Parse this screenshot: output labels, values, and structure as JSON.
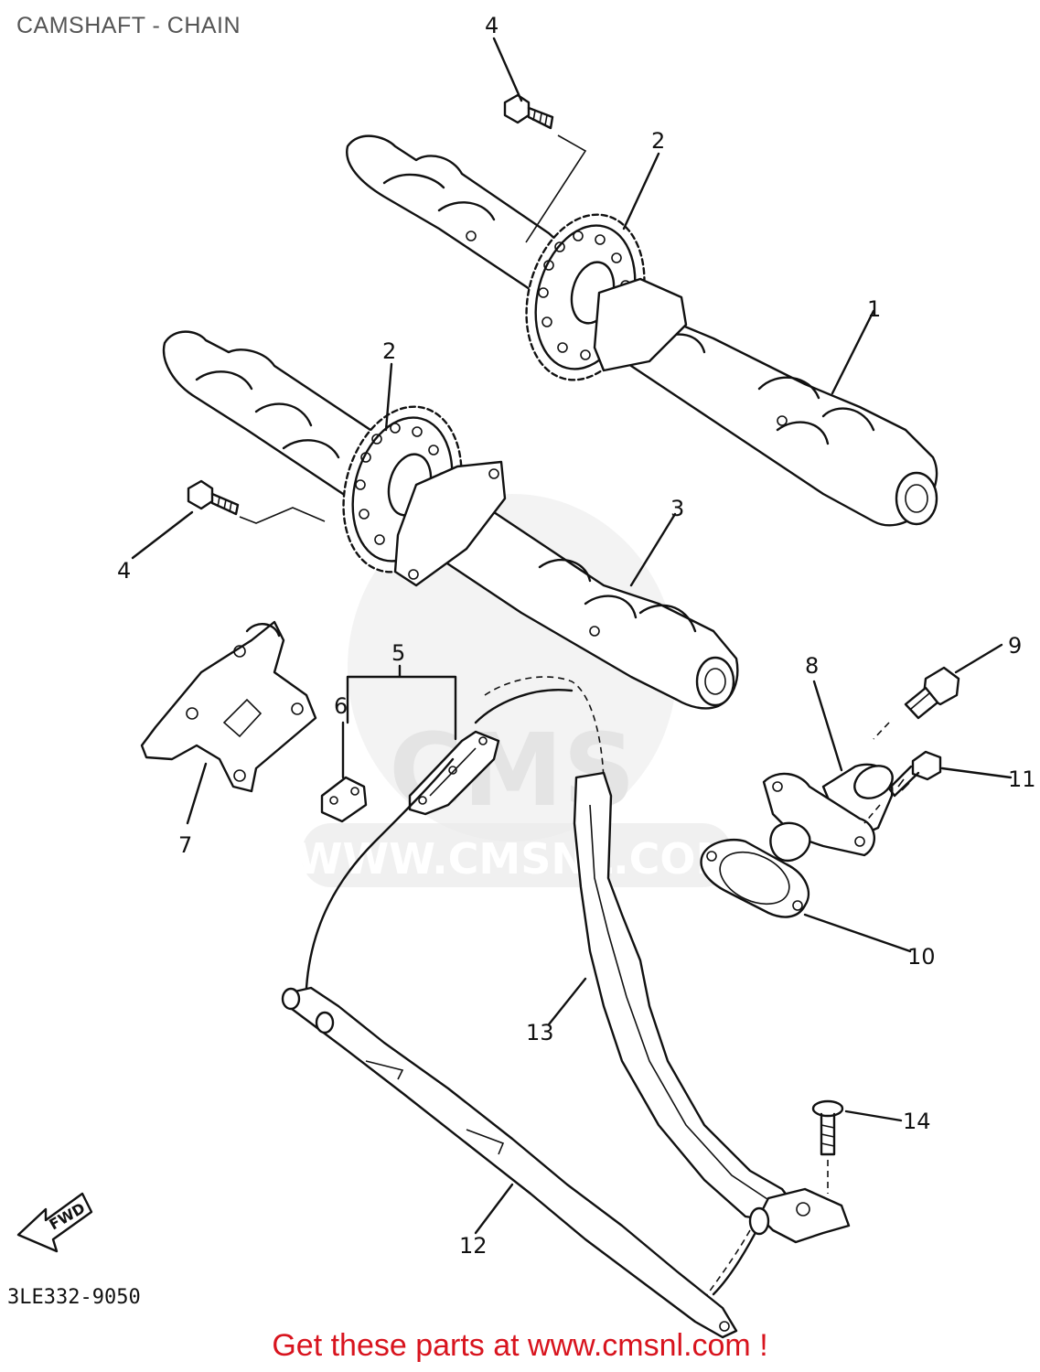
{
  "title": "CAMSHAFT - CHAIN",
  "drawing_code": "3LE332-9050",
  "footer_cta": "Get these parts at www.cmsnl.com !",
  "watermark": {
    "logo": "CMS",
    "url": "WWW.CMSNL.COM"
  },
  "fwd_label": "FWD",
  "callouts": [
    "4",
    "2",
    "1",
    "2",
    "3",
    "4",
    "5",
    "6",
    "7",
    "8",
    "9",
    "11",
    "10",
    "13",
    "14",
    "12"
  ],
  "colors": {
    "cta": "#d8141e",
    "title": "#555555",
    "line": "#111111",
    "watermark": "#e4e4e4"
  }
}
